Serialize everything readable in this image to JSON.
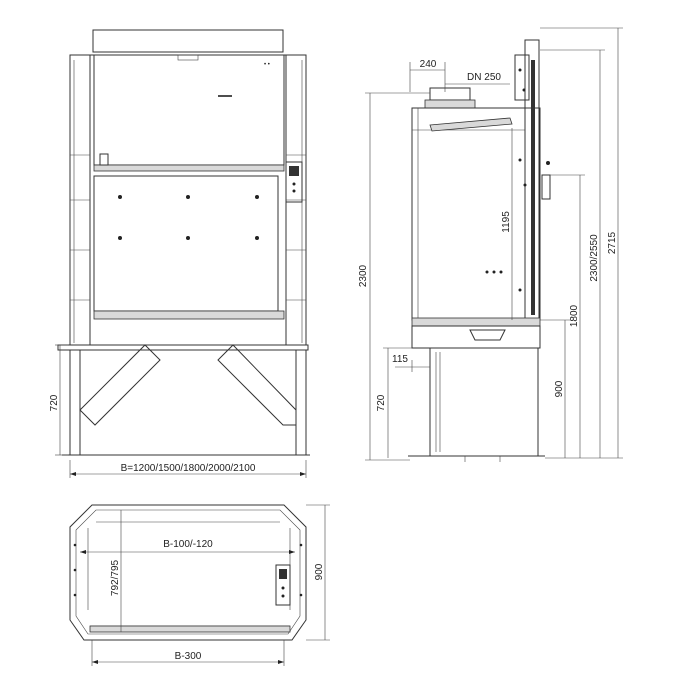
{
  "front_view": {
    "height_label": "720",
    "width_label": "B=1200/1500/1800/2000/2100"
  },
  "side_view": {
    "top_depth_label": "240",
    "duct_label": "DN 250",
    "height_2300_label": "2300",
    "mid_1195_label": "1195",
    "base_115_label": "115",
    "base_720_label": "720",
    "h_900_label": "900",
    "h_1800_label": "1800",
    "h_2300_2550_label": "2300/2550",
    "h_2715_label": "2715"
  },
  "plan_view": {
    "inner_width_label": "B-100/-120",
    "inner_depth_label": "792/795",
    "depth_label": "900",
    "bottom_width_label": "B-300"
  }
}
